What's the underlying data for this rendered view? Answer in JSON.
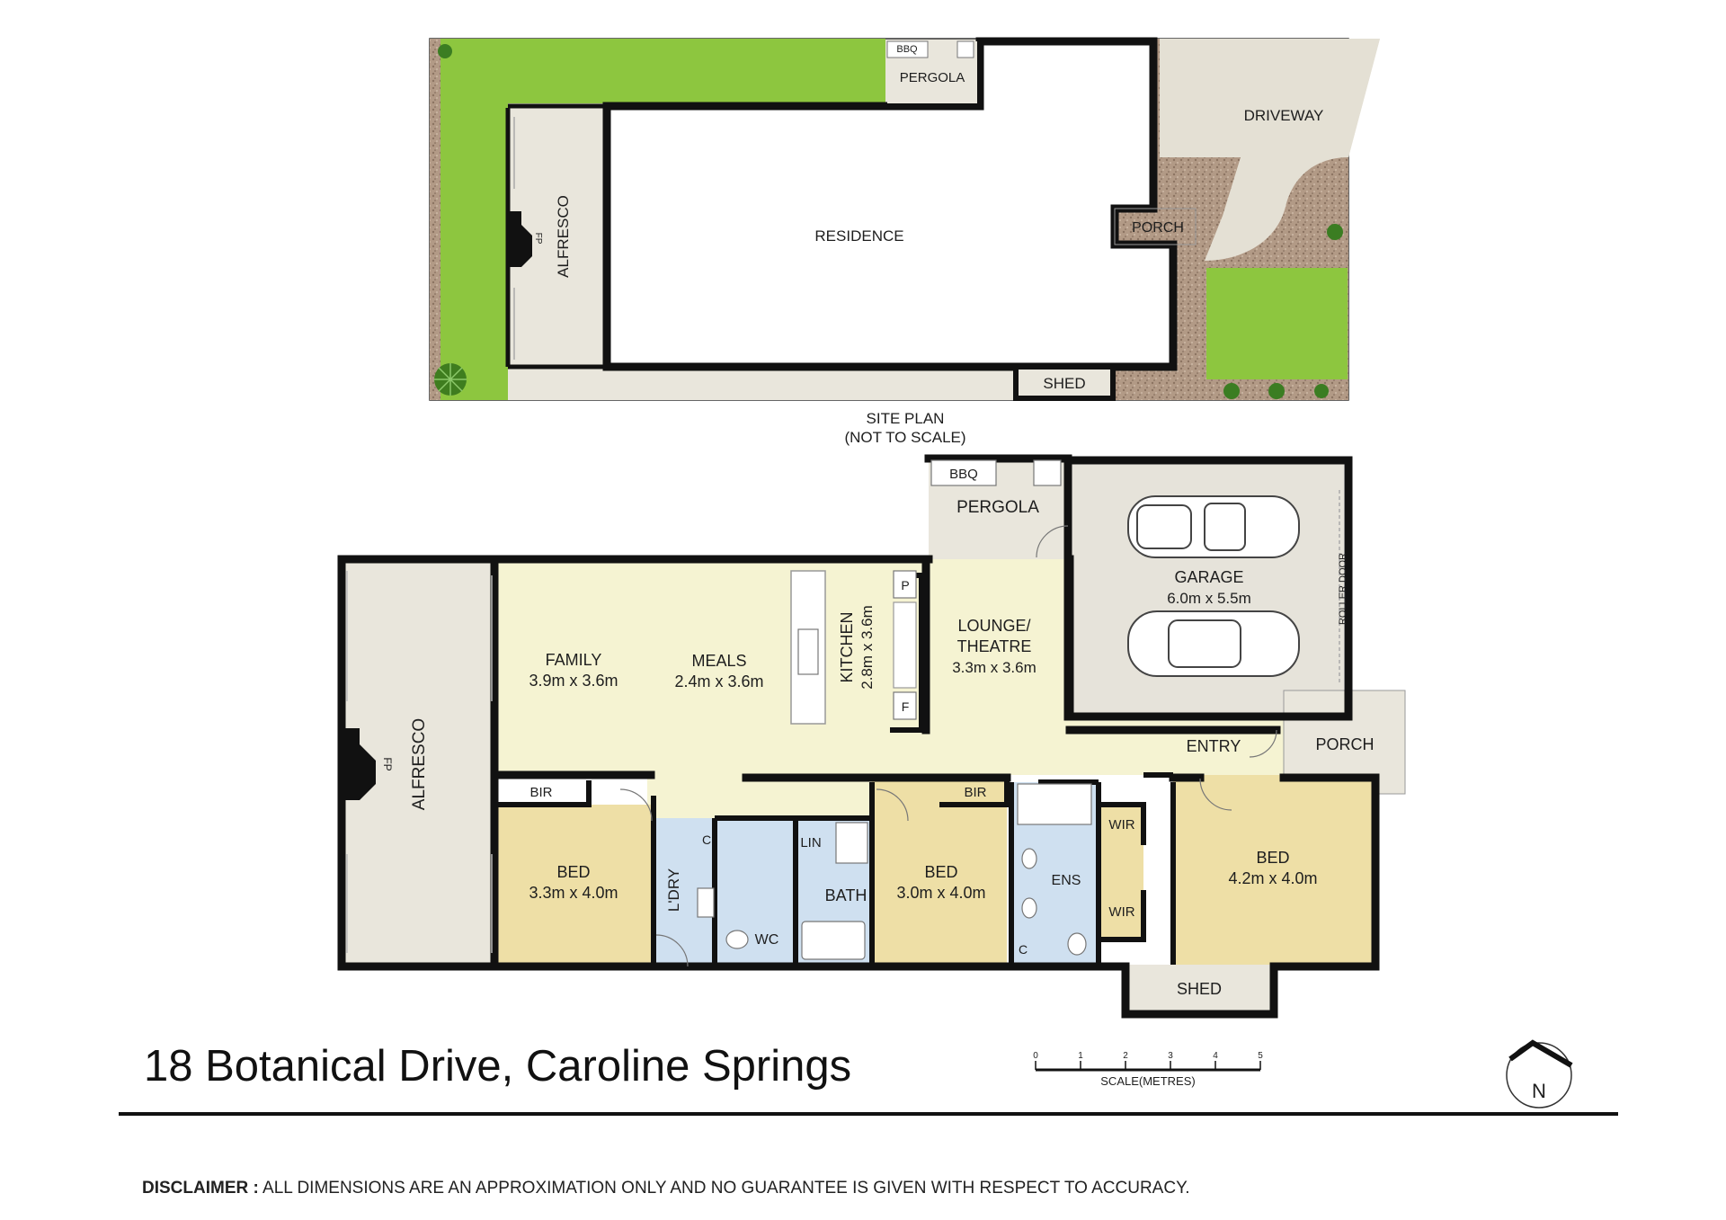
{
  "site_plan": {
    "caption_line1": "SITE PLAN",
    "caption_line2": "(NOT TO SCALE)",
    "bbq": "BBQ",
    "pergola": "PERGOLA",
    "driveway": "DRIVEWAY",
    "alfresco": "ALFRESCO",
    "fp": "FP",
    "residence": "RESIDENCE",
    "porch": "PORCH",
    "shed": "SHED"
  },
  "floor_plan": {
    "bbq": "BBQ",
    "pergola": "PERGOLA",
    "garage": {
      "name": "GARAGE",
      "size": "6.0m x 5.5m"
    },
    "roller_door": "ROLLER DOOR",
    "family": {
      "name": "FAMILY",
      "size": "3.9m x 3.6m"
    },
    "meals": {
      "name": "MEALS",
      "size": "2.4m x 3.6m"
    },
    "kitchen": {
      "name": "KITCHEN",
      "size": "2.8m x 3.6m"
    },
    "pantry": "P",
    "fridge": "F",
    "lounge": {
      "name_line1": "LOUNGE/",
      "name_line2": "THEATRE",
      "size": "3.3m x 3.6m"
    },
    "alfresco": "ALFRESCO",
    "fp": "FP",
    "entry": "ENTRY",
    "porch": "PORCH",
    "bir_1": "BIR",
    "bir_2": "BIR",
    "bed_1": {
      "name": "BED",
      "size": "3.3m x 4.0m"
    },
    "bed_2": {
      "name": "BED",
      "size": "3.0m x 4.0m"
    },
    "bed_3": {
      "name": "BED",
      "size": "4.2m x 4.0m"
    },
    "laundry": "L'DRY",
    "cupboard_1": "C",
    "cupboard_2": "C",
    "linen": "LIN",
    "bath": "BATH",
    "wc": "WC",
    "ensuite": "ENS",
    "wir_1": "WIR",
    "wir_2": "WIR",
    "shed": "SHED"
  },
  "scale": {
    "ticks": [
      "0",
      "1",
      "2",
      "3",
      "4",
      "5"
    ],
    "label": "SCALE(METRES)"
  },
  "compass": {
    "north": "N"
  },
  "address": "18 Botanical Drive, Caroline Springs",
  "disclaimer": {
    "prefix": "DISCLAIMER :",
    "text": " ALL DIMENSIONS ARE AN APPROXIMATION ONLY AND NO GUARANTEE IS GIVEN WITH RESPECT TO ACCURACY."
  },
  "colors": {
    "lawn": "#8dc63f",
    "paving": "#e9e6dc",
    "living": "#f5f3d2",
    "bedroom": "#eedfa6",
    "wet": "#cfe0f0",
    "garage": "#e6e3da",
    "garden_bed": "#b49c88",
    "wall": "#111111"
  }
}
